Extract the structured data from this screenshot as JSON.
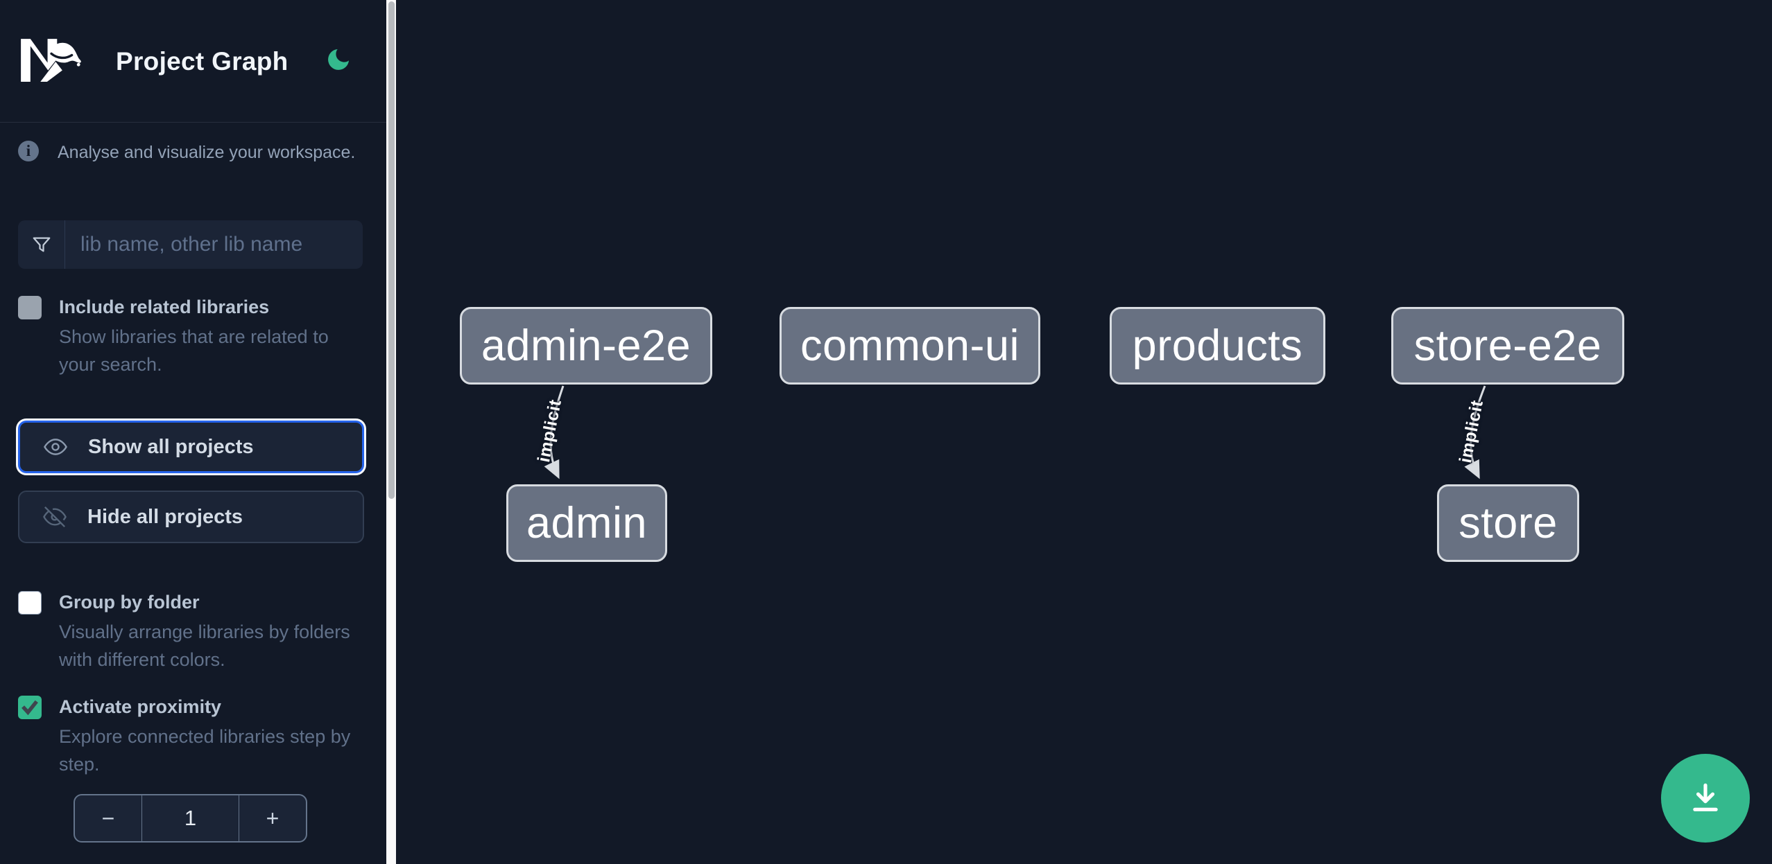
{
  "app": {
    "title": "Project Graph"
  },
  "header": {
    "logo": "nx-logo",
    "theme_toggle": "moon-icon"
  },
  "sidebar": {
    "intro": {
      "icon": "info-icon",
      "icon_glyph": "i",
      "text": "Analyse and visualize your workspace."
    },
    "search": {
      "icon": "filter-funnel-icon",
      "placeholder": "lib name, other lib name",
      "value": ""
    },
    "include_related": {
      "label": "Include related libraries",
      "description": "Show libraries that are related to your search.",
      "checked": false
    },
    "show_all": {
      "label": "Show all projects",
      "icon": "eye-icon",
      "focused": true
    },
    "hide_all": {
      "label": "Hide all projects",
      "icon": "eye-off-icon"
    },
    "group_by_folder": {
      "label": "Group by folder",
      "description": "Visually arrange libraries by folders with different colors.",
      "checked": false
    },
    "activate_proximity": {
      "label": "Activate proximity",
      "description": "Explore connected libraries step by step.",
      "checked": true
    },
    "proximity_stepper": {
      "decrement": "−",
      "value": "1",
      "increment": "+"
    }
  },
  "graph": {
    "nodes": [
      {
        "label": "admin-e2e"
      },
      {
        "label": "common-ui"
      },
      {
        "label": "products"
      },
      {
        "label": "store-e2e"
      },
      {
        "label": "admin"
      },
      {
        "label": "store"
      }
    ],
    "edges": [
      {
        "label": "implicit",
        "from": "admin-e2e",
        "to": "admin"
      },
      {
        "label": "implicit",
        "from": "store-e2e",
        "to": "store"
      }
    ]
  },
  "fab": {
    "icon": "download-icon"
  },
  "colors": {
    "background": "#121927",
    "panel": "#1b2436",
    "accent_green": "#34b98d",
    "focus_blue": "#2563eb",
    "node_fill": "#687182",
    "node_border": "#d8dce1",
    "text_muted": "#61718a"
  }
}
